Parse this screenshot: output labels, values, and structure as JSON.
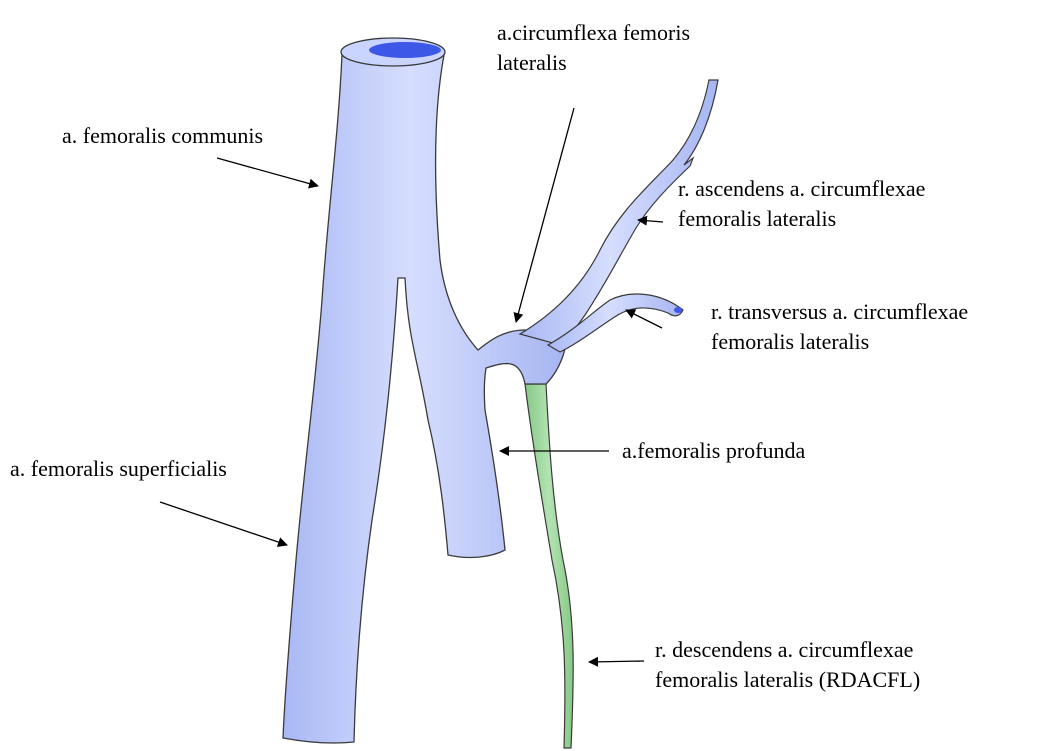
{
  "labels": {
    "femoralis_communis": "a. femoralis communis",
    "circumflexa_line1": "a.circumflexa femoris",
    "circumflexa_line2": "lateralis",
    "ascendens_line1": "r. ascendens a. circumflexae",
    "ascendens_line2": "femoralis lateralis",
    "transversus_line1": "r. transversus a. circumflexae",
    "transversus_line2": "femoralis lateralis",
    "profunda": "a.femoralis profunda",
    "superficialis": "a. femoralis superficialis",
    "descendens_line1": "r. descendens a. circumflexae",
    "descendens_line2": "femoralis lateralis (RDACFL)"
  },
  "colors": {
    "artery_fill": "#b9c6f8",
    "artery_shade": "#9fb0ef",
    "artery_highlight": "#dfe6ff",
    "lumen": "#3d57e6",
    "descending_branch": "#9bd59b",
    "outline": "#3a3a3a",
    "arrow": "#000000"
  }
}
